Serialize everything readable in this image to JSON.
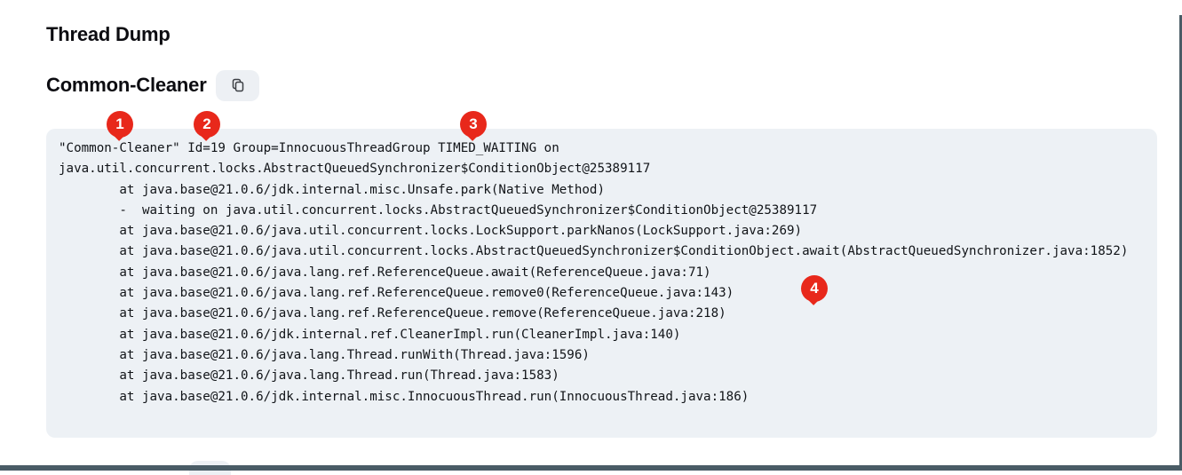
{
  "page": {
    "title": "Thread Dump"
  },
  "section": {
    "heading": "Common-Cleaner",
    "copy_icon": "copy-icon"
  },
  "annotations": [
    {
      "label": "1"
    },
    {
      "label": "2"
    },
    {
      "label": "3"
    },
    {
      "label": "4"
    }
  ],
  "code_block": {
    "lines": [
      "\"Common-Cleaner\" Id=19 Group=InnocuousThreadGroup TIMED_WAITING on",
      "java.util.concurrent.locks.AbstractQueuedSynchronizer$ConditionObject@25389117",
      "        at java.base@21.0.6/jdk.internal.misc.Unsafe.park(Native Method)",
      "        -  waiting on java.util.concurrent.locks.AbstractQueuedSynchronizer$ConditionObject@25389117",
      "        at java.base@21.0.6/java.util.concurrent.locks.LockSupport.parkNanos(LockSupport.java:269)",
      "        at java.base@21.0.6/java.util.concurrent.locks.AbstractQueuedSynchronizer$ConditionObject.await(AbstractQueuedSynchronizer.java:1852)",
      "        at java.base@21.0.6/java.lang.ref.ReferenceQueue.await(ReferenceQueue.java:71)",
      "        at java.base@21.0.6/java.lang.ref.ReferenceQueue.remove0(ReferenceQueue.java:143)",
      "        at java.base@21.0.6/java.lang.ref.ReferenceQueue.remove(ReferenceQueue.java:218)",
      "        at java.base@21.0.6/jdk.internal.ref.CleanerImpl.run(CleanerImpl.java:140)",
      "        at java.base@21.0.6/java.lang.Thread.runWith(Thread.java:1596)",
      "        at java.base@21.0.6/java.lang.Thread.run(Thread.java:1583)",
      "        at java.base@21.0.6/jdk.internal.misc.InnocuousThread.run(InnocuousThread.java:186)"
    ]
  },
  "colors": {
    "badge_red": "#e8281b",
    "code_background": "#edf1f5",
    "button_background": "#edf0f4",
    "frame_dark": "#4a5c66"
  }
}
